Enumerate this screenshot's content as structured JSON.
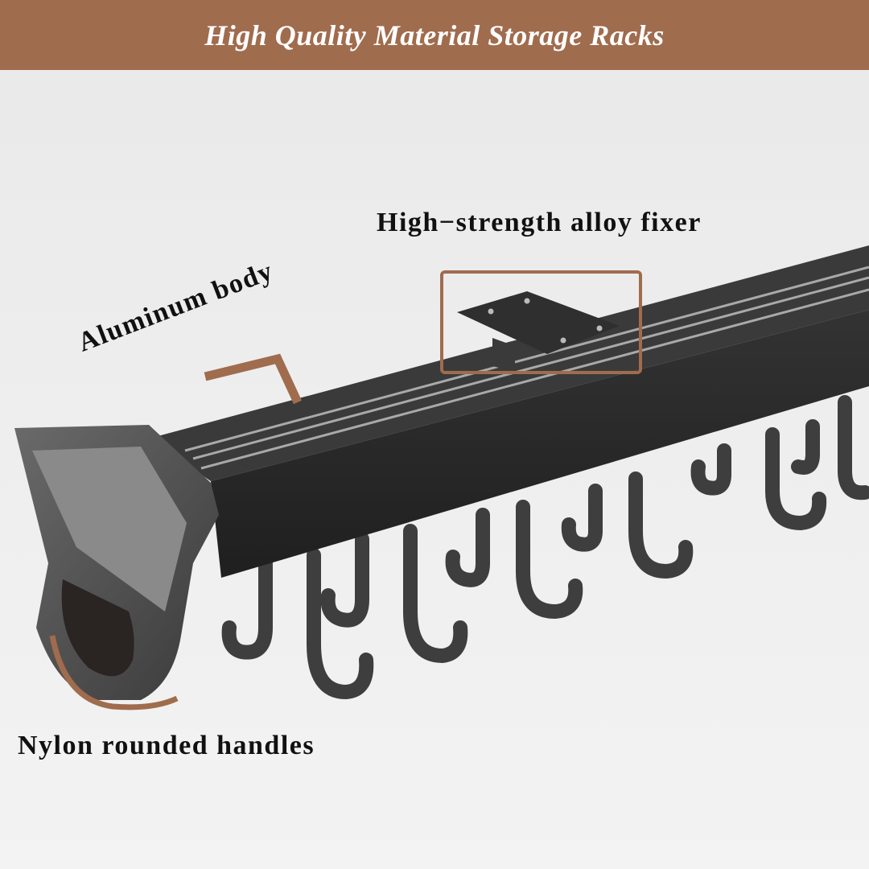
{
  "banner": {
    "title": "High Quality Material Storage Racks"
  },
  "callouts": {
    "fixer": "High−strength alloy fixer",
    "aluminum": "Aluminum body",
    "nylon": "Nylon rounded handles"
  },
  "colors": {
    "accent": "#a06c4e",
    "rail": "#2b2b2b",
    "hook": "#3c3c3c",
    "background": "#ececec"
  }
}
